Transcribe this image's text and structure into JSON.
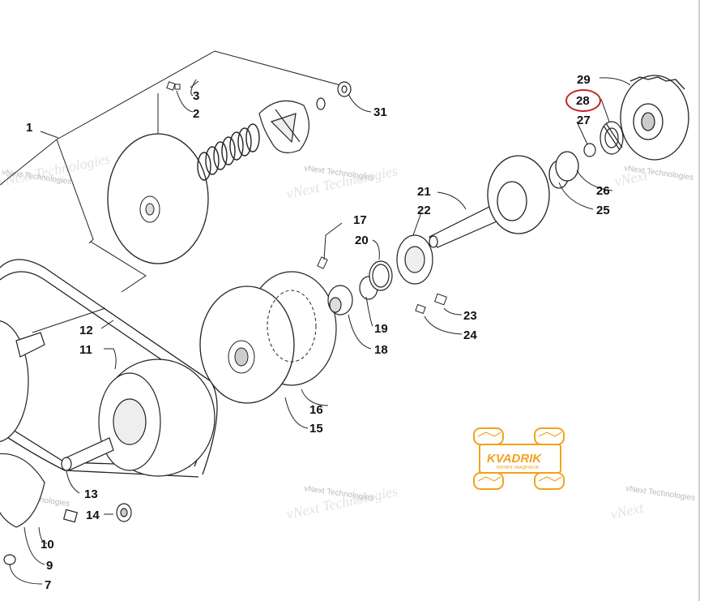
{
  "diagram": {
    "callouts": [
      {
        "id": "1",
        "text": "1"
      },
      {
        "id": "2",
        "text": "2"
      },
      {
        "id": "3",
        "text": "3"
      },
      {
        "id": "7",
        "text": "7"
      },
      {
        "id": "9",
        "text": "9"
      },
      {
        "id": "10",
        "text": "10"
      },
      {
        "id": "11",
        "text": "11"
      },
      {
        "id": "12",
        "text": "12"
      },
      {
        "id": "13",
        "text": "13"
      },
      {
        "id": "14",
        "text": "14"
      },
      {
        "id": "15",
        "text": "15"
      },
      {
        "id": "16",
        "text": "16"
      },
      {
        "id": "17",
        "text": "17"
      },
      {
        "id": "18",
        "text": "18"
      },
      {
        "id": "19",
        "text": "19"
      },
      {
        "id": "20",
        "text": "20"
      },
      {
        "id": "21",
        "text": "21"
      },
      {
        "id": "22",
        "text": "22"
      },
      {
        "id": "23",
        "text": "23"
      },
      {
        "id": "24",
        "text": "24"
      },
      {
        "id": "25",
        "text": "25"
      },
      {
        "id": "26",
        "text": "26"
      },
      {
        "id": "27",
        "text": "27"
      },
      {
        "id": "28",
        "text": "28"
      },
      {
        "id": "29",
        "text": "29"
      },
      {
        "id": "31",
        "text": "31"
      }
    ],
    "highlighted_callout": "28",
    "highlight_color": "#c0282d",
    "line_color": "#222222",
    "watermark_text": "vNext Technologies",
    "logo": {
      "text": "KVADRIK",
      "subtext": "ТЮНИНГ КВАДРИКОВ",
      "color": "#f2a21c"
    }
  }
}
